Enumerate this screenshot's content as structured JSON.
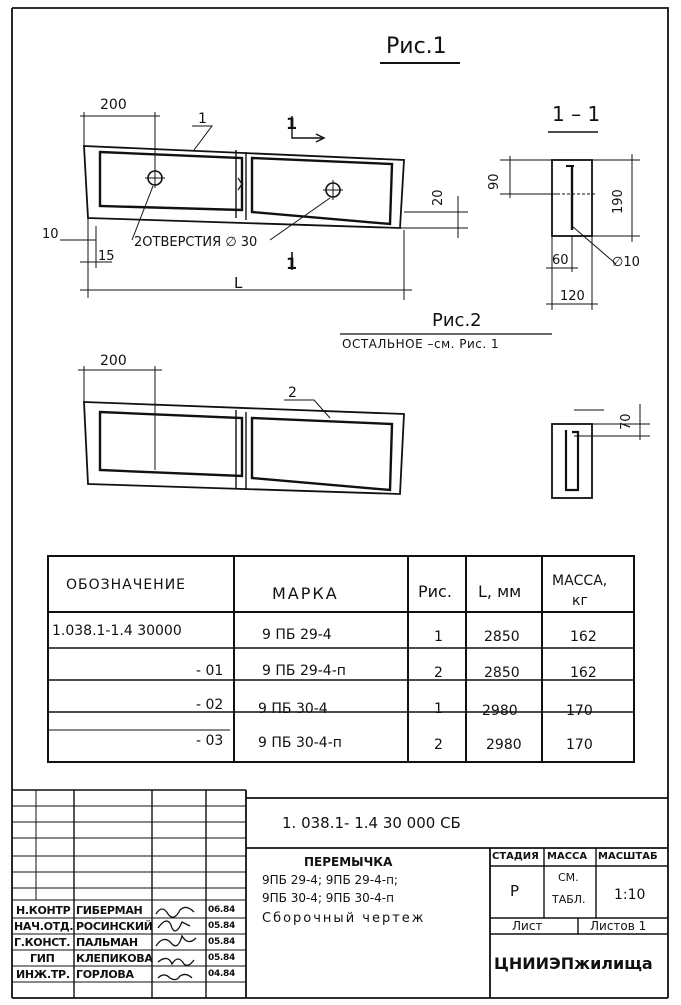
{
  "fig1": {
    "title": "Рис.1",
    "dim_200": "200",
    "pos_1": "1",
    "section_mark": "1",
    "holes_note": "2ОТВЕРСТИЯ ∅ 30",
    "dim_10": "10",
    "dim_15": "15",
    "dim_L": "L",
    "dim_20": "20"
  },
  "section": {
    "title": "1 – 1",
    "dim_90": "90",
    "dim_190": "190",
    "dim_60": "60",
    "dim_120": "120",
    "rebar_note": "∅10"
  },
  "fig2": {
    "title": "Рис.2",
    "subtitle": "ОСТАЛЬНОЕ –см. Рис. 1",
    "dim_200": "200",
    "pos_2": "2",
    "dim_70": "70"
  },
  "spec_table": {
    "headers": [
      "ОБОЗНАЧЕНИЕ",
      "МАРКА",
      "Рис.",
      "L, мм",
      "МАССА,",
      "кг"
    ],
    "rows": [
      {
        "designation": "1.038.1-1.4 30000",
        "mark": "9 ПБ 29-4",
        "fig": "1",
        "L": "2850",
        "mass": "162"
      },
      {
        "designation": "- 01",
        "mark": "9 ПБ 29-4-п",
        "fig": "2",
        "L": "2850",
        "mass": "162"
      },
      {
        "designation": "- 02",
        "mark": "9 ПБ 30-4",
        "fig": "1",
        "L": "2980",
        "mass": "170"
      },
      {
        "designation": "- 03",
        "mark": "9 ПБ 30-4-п",
        "fig": "2",
        "L": "2980",
        "mass": "170"
      }
    ]
  },
  "title_block": {
    "doc_code": "1. 038.1- 1.4   30 000  СБ",
    "name_line1": "ПЕРЕМЫЧКА",
    "name_line2": "9ПБ 29-4;  9ПБ 29-4-п;",
    "name_line3": "9ПБ 30-4;  9ПБ 30-4-п",
    "name_line4": "Сборочный  чертеж",
    "stage_label": "СТАДИЯ",
    "mass_label": "МАССА",
    "scale_label": "МАСШТАБ",
    "stage_value": "Р",
    "mass_value_1": "СМ.",
    "mass_value_2": "ТАБЛ.",
    "scale_value": "1:10",
    "sheet_label": "Лист",
    "sheets_label": "Листов 1",
    "org": "ЦНИИЭПжилища",
    "staff": [
      {
        "role": "Н.КОНТР",
        "name": "ГИБЕРМАН",
        "date": "06.84"
      },
      {
        "role": "НАЧ.ОТД.",
        "name": "РОСИНСКИЙ",
        "date": "05.84"
      },
      {
        "role": "Г.КОНСТ.",
        "name": "ПАЛЬМАН",
        "date": "05.84"
      },
      {
        "role": "ГИП",
        "name": "КЛЕПИКОВА",
        "date": "05.84"
      },
      {
        "role": "ИНЖ.ТР.",
        "name": "ГОРЛОВА",
        "date": "04.84"
      }
    ]
  }
}
